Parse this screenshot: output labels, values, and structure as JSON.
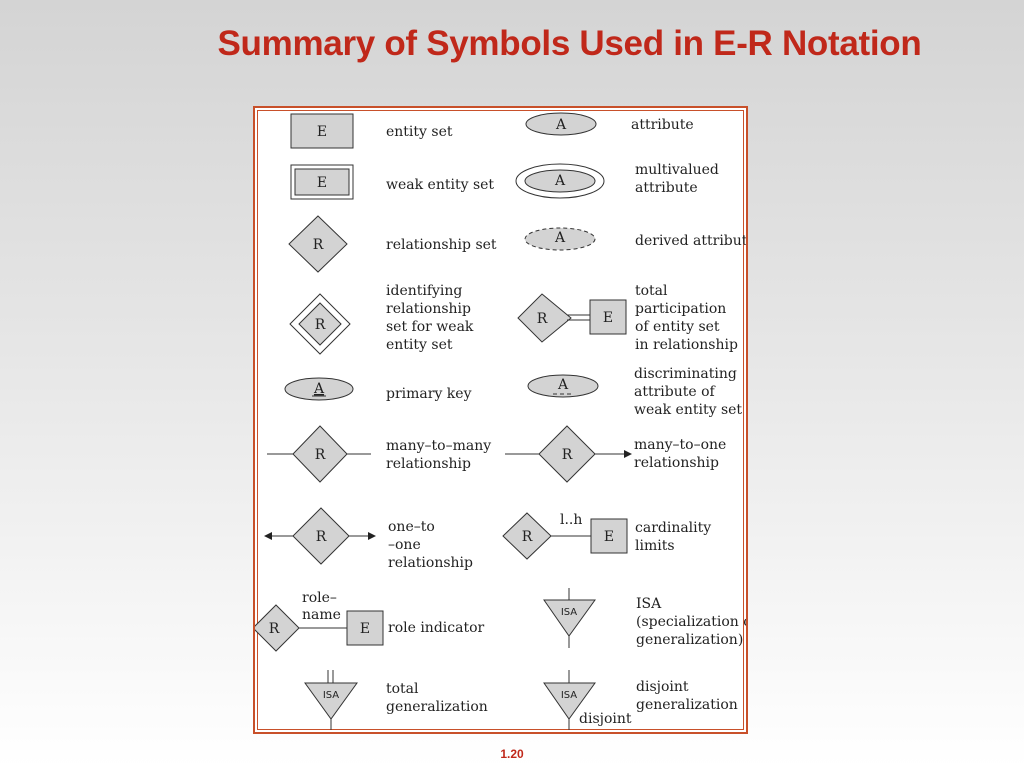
{
  "title": "Summary of Symbols Used in E-R Notation",
  "slide_number": "1.20",
  "symbols": {
    "E": "E",
    "R": "R",
    "A": "A",
    "ISA": "ISA",
    "cardinality": "l..h",
    "role_name": [
      "role–",
      "name"
    ],
    "disjoint_tag": "disjoint"
  },
  "left_labels": {
    "entity_set": [
      "entity set"
    ],
    "weak_entity_set": [
      "weak entity set"
    ],
    "relationship_set": [
      "relationship set"
    ],
    "identifying_relationship": [
      "identifying",
      "relationship",
      "set for weak",
      "entity set"
    ],
    "primary_key": [
      "primary key"
    ],
    "many_to_many": [
      "many–to–many",
      "relationship"
    ],
    "one_to_one": [
      "one–to",
      "–one",
      "relationship"
    ],
    "role_indicator": [
      "role indicator"
    ],
    "total_generalization": [
      "total",
      "generalization"
    ]
  },
  "right_labels": {
    "attribute": [
      "attribute"
    ],
    "multivalued": [
      "multivalued",
      "attribute"
    ],
    "derived": [
      "derived attribute"
    ],
    "total_participation": [
      "total",
      "participation",
      "of entity set",
      "in relationship"
    ],
    "discriminating": [
      "discriminating",
      "attribute of",
      "weak entity set"
    ],
    "many_to_one": [
      "many–to–one",
      "relationship"
    ],
    "cardinality_limits": [
      "cardinality",
      "limits"
    ],
    "isa": [
      "ISA",
      "(specialization or",
      "generalization)"
    ],
    "disjoint_generalization": [
      "disjoint",
      "generalization"
    ]
  }
}
